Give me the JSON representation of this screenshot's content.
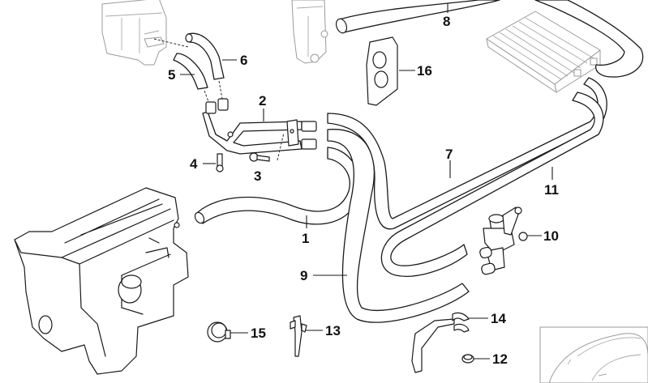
{
  "diagram": {
    "type": "exploded-parts-diagram",
    "subject": "heater hoses / coolant valve assembly",
    "colors": {
      "line": "#1a1a1a",
      "ghost_part": "#9a9a9a",
      "background": "#ffffff"
    },
    "callouts": [
      {
        "id": "1",
        "label": "1",
        "part": "hose"
      },
      {
        "id": "2",
        "label": "2",
        "part": "pipe-assembly"
      },
      {
        "id": "3",
        "label": "3",
        "part": "bolt"
      },
      {
        "id": "4",
        "label": "4",
        "part": "bolt"
      },
      {
        "id": "5",
        "label": "5",
        "part": "hose"
      },
      {
        "id": "6",
        "label": "6",
        "part": "hose"
      },
      {
        "id": "7",
        "label": "7",
        "part": "hose"
      },
      {
        "id": "8",
        "label": "8",
        "part": "hose"
      },
      {
        "id": "9",
        "label": "9",
        "part": "hose"
      },
      {
        "id": "10",
        "label": "10",
        "part": "water-valve"
      },
      {
        "id": "11",
        "label": "11",
        "part": "hose"
      },
      {
        "id": "12",
        "label": "12",
        "part": "hose-clamp"
      },
      {
        "id": "13",
        "label": "13",
        "part": "clip"
      },
      {
        "id": "14",
        "label": "14",
        "part": "hose-bracket"
      },
      {
        "id": "15",
        "label": "15",
        "part": "hose-clamp"
      },
      {
        "id": "16",
        "label": "16",
        "part": "grommet"
      }
    ],
    "context_parts": [
      "engine-block",
      "expansion-tank",
      "reservoir-tank",
      "heater-core",
      "vehicle-locator-inset"
    ]
  }
}
